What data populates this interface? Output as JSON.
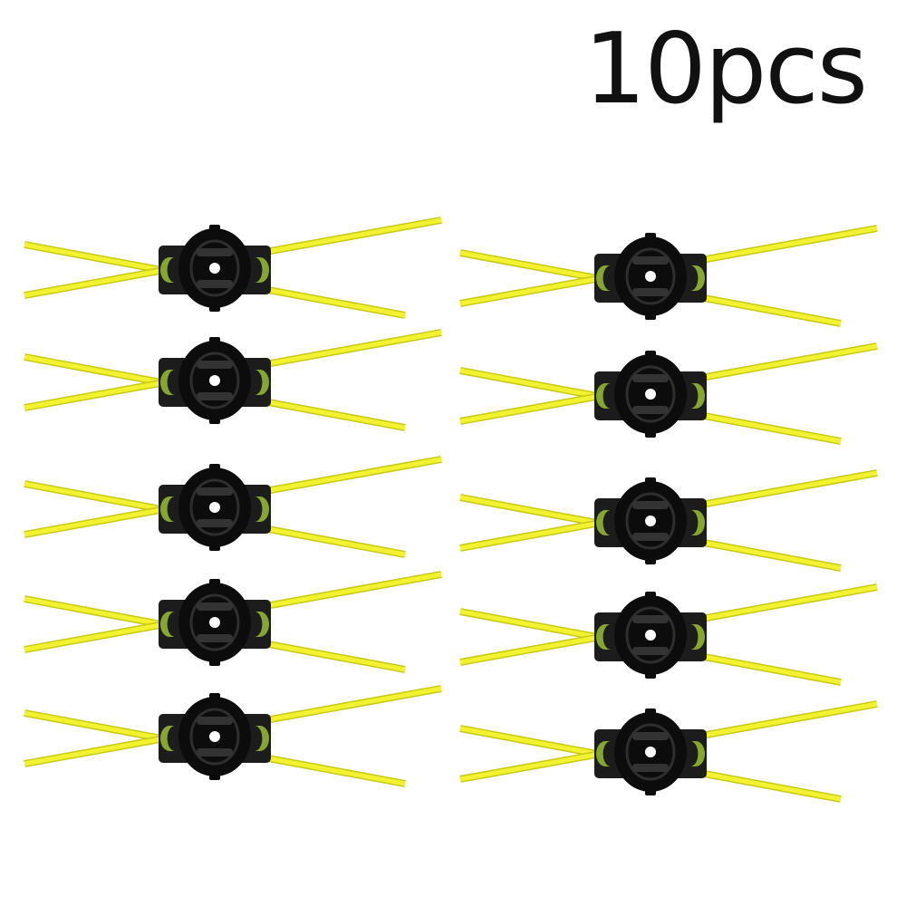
{
  "title": "10pcs",
  "colors": {
    "background": "#ffffff",
    "line": "#f2f230",
    "line_edge": "#c8c815",
    "head": "#1c1c1c",
    "head_dark": "#0c0c0c",
    "accent": "#86a630",
    "text": "#111111"
  },
  "products": {
    "count": 10,
    "item_name": "trimmer-head-with-yellow-lines"
  }
}
